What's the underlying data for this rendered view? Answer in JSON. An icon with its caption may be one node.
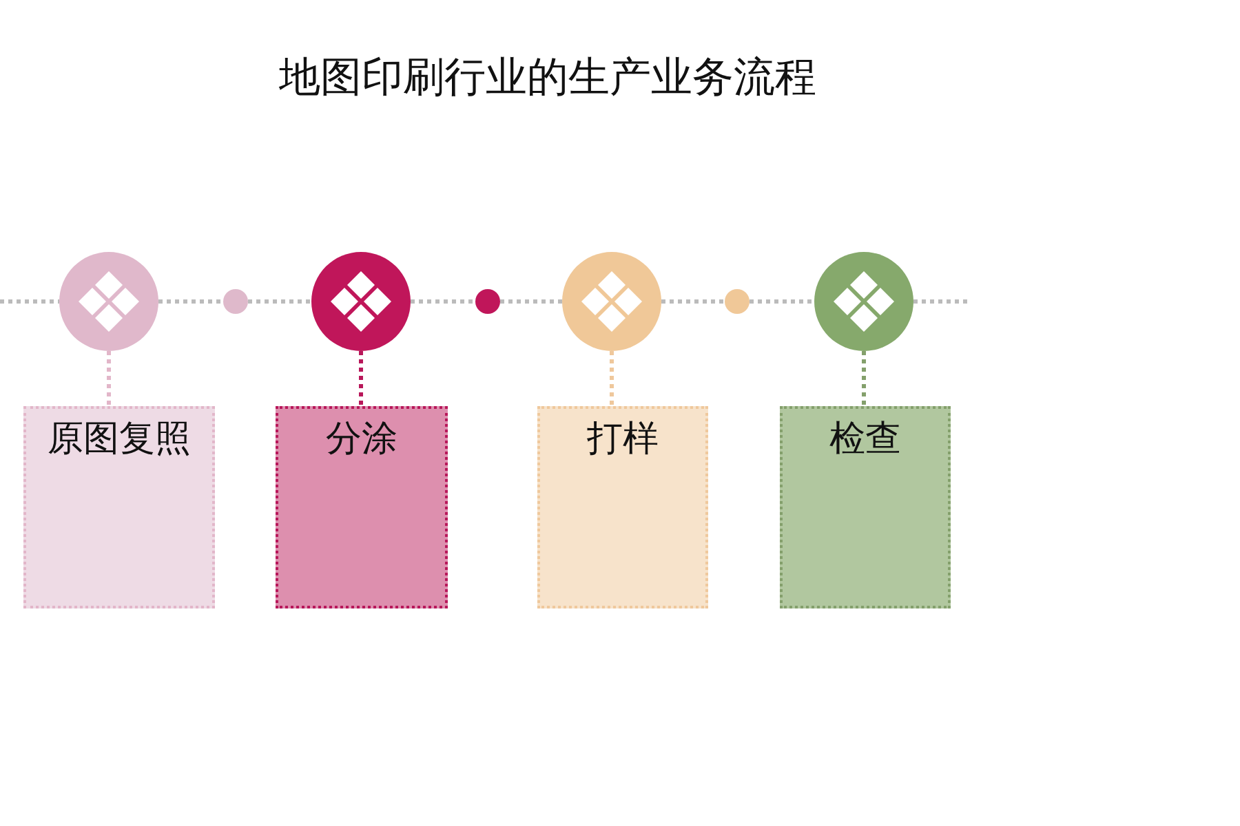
{
  "diagram": {
    "title": "地图印刷行业的生产业务流程",
    "nodes": [
      {
        "text": [],
        "shape": "circle"
      },
      {
        "text": [],
        "shape": "circle"
      },
      {
        "text": [],
        "shape": "circle"
      },
      {
        "text": [],
        "shape": "circle"
      },
      {
        "text": [],
        "shape": "circle"
      },
      {
        "text": [],
        "shape": "circle"
      },
      {
        "text": [],
        "shape": "circle"
      },
      {
        "text": [
          "原图复照"
        ]
      },
      {
        "text": [
          "分涂"
        ]
      },
      {
        "text": [
          "打样"
        ]
      },
      {
        "text": [
          "检查"
        ]
      }
    ],
    "edges": [
      {
        "from": 0,
        "to": 1,
        "arrow": "none",
        "style": "dashed"
      },
      {
        "from": 1,
        "to": 2,
        "arrow": "none",
        "style": "dashed"
      },
      {
        "from": 2,
        "to": 3,
        "arrow": "none",
        "style": "dashed"
      },
      {
        "from": 3,
        "to": 4,
        "arrow": "none",
        "style": "dashed"
      },
      {
        "from": 4,
        "to": 5,
        "arrow": "none",
        "style": "dashed"
      },
      {
        "from": 5,
        "to": 6,
        "arrow": "none",
        "style": "dashed"
      },
      {
        "from": 0,
        "to": 7,
        "arrow": "none",
        "style": "dashed",
        "color": "#e2b6c9"
      },
      {
        "from": 2,
        "to": 8,
        "arrow": "none",
        "style": "dashed",
        "color": "#b8175a"
      },
      {
        "from": 4,
        "to": 9,
        "arrow": "none",
        "style": "dashed",
        "color": "#efc89c"
      },
      {
        "from": 6,
        "to": 10,
        "arrow": "none",
        "style": "dashed",
        "color": "#84a06c"
      }
    ]
  }
}
